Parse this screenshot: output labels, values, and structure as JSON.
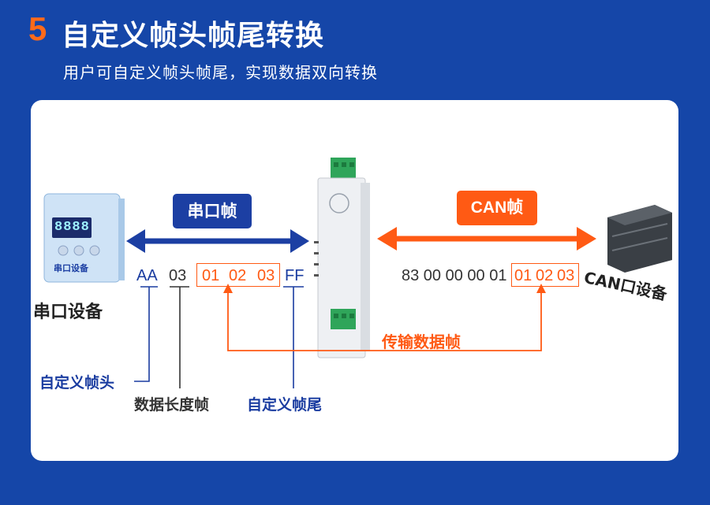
{
  "header": {
    "number": "5",
    "title": "自定义帧头帧尾转换",
    "subtitle": "用户可自定义帧头帧尾，实现数据双向转换"
  },
  "badges": {
    "serial": "串口帧",
    "can": "CAN帧"
  },
  "serial_device": {
    "label": "串口设备",
    "display": "8888",
    "panel_text": "串口设备"
  },
  "can_device": {
    "label": "CAN口设备"
  },
  "serial_frame": {
    "head": "AA",
    "length": "03",
    "data": [
      "01",
      "02",
      "03"
    ],
    "tail": "FF"
  },
  "can_frame": {
    "prefix": "83 00 00 00 01",
    "data": [
      "01",
      "02",
      "03"
    ]
  },
  "annotations": {
    "custom_head": "自定义帧头",
    "data_length": "数据长度帧",
    "custom_tail": "自定义帧尾",
    "transfer": "传输数据帧"
  },
  "colors": {
    "background": "#1546a8",
    "accent_blue": "#1c3fa3",
    "accent_orange": "#ff5a14",
    "number": "#ff6a1a"
  },
  "icons": [
    "serial-device-icon",
    "converter-module-icon",
    "can-device-icon",
    "double-arrow-blue-icon",
    "double-arrow-orange-icon"
  ]
}
